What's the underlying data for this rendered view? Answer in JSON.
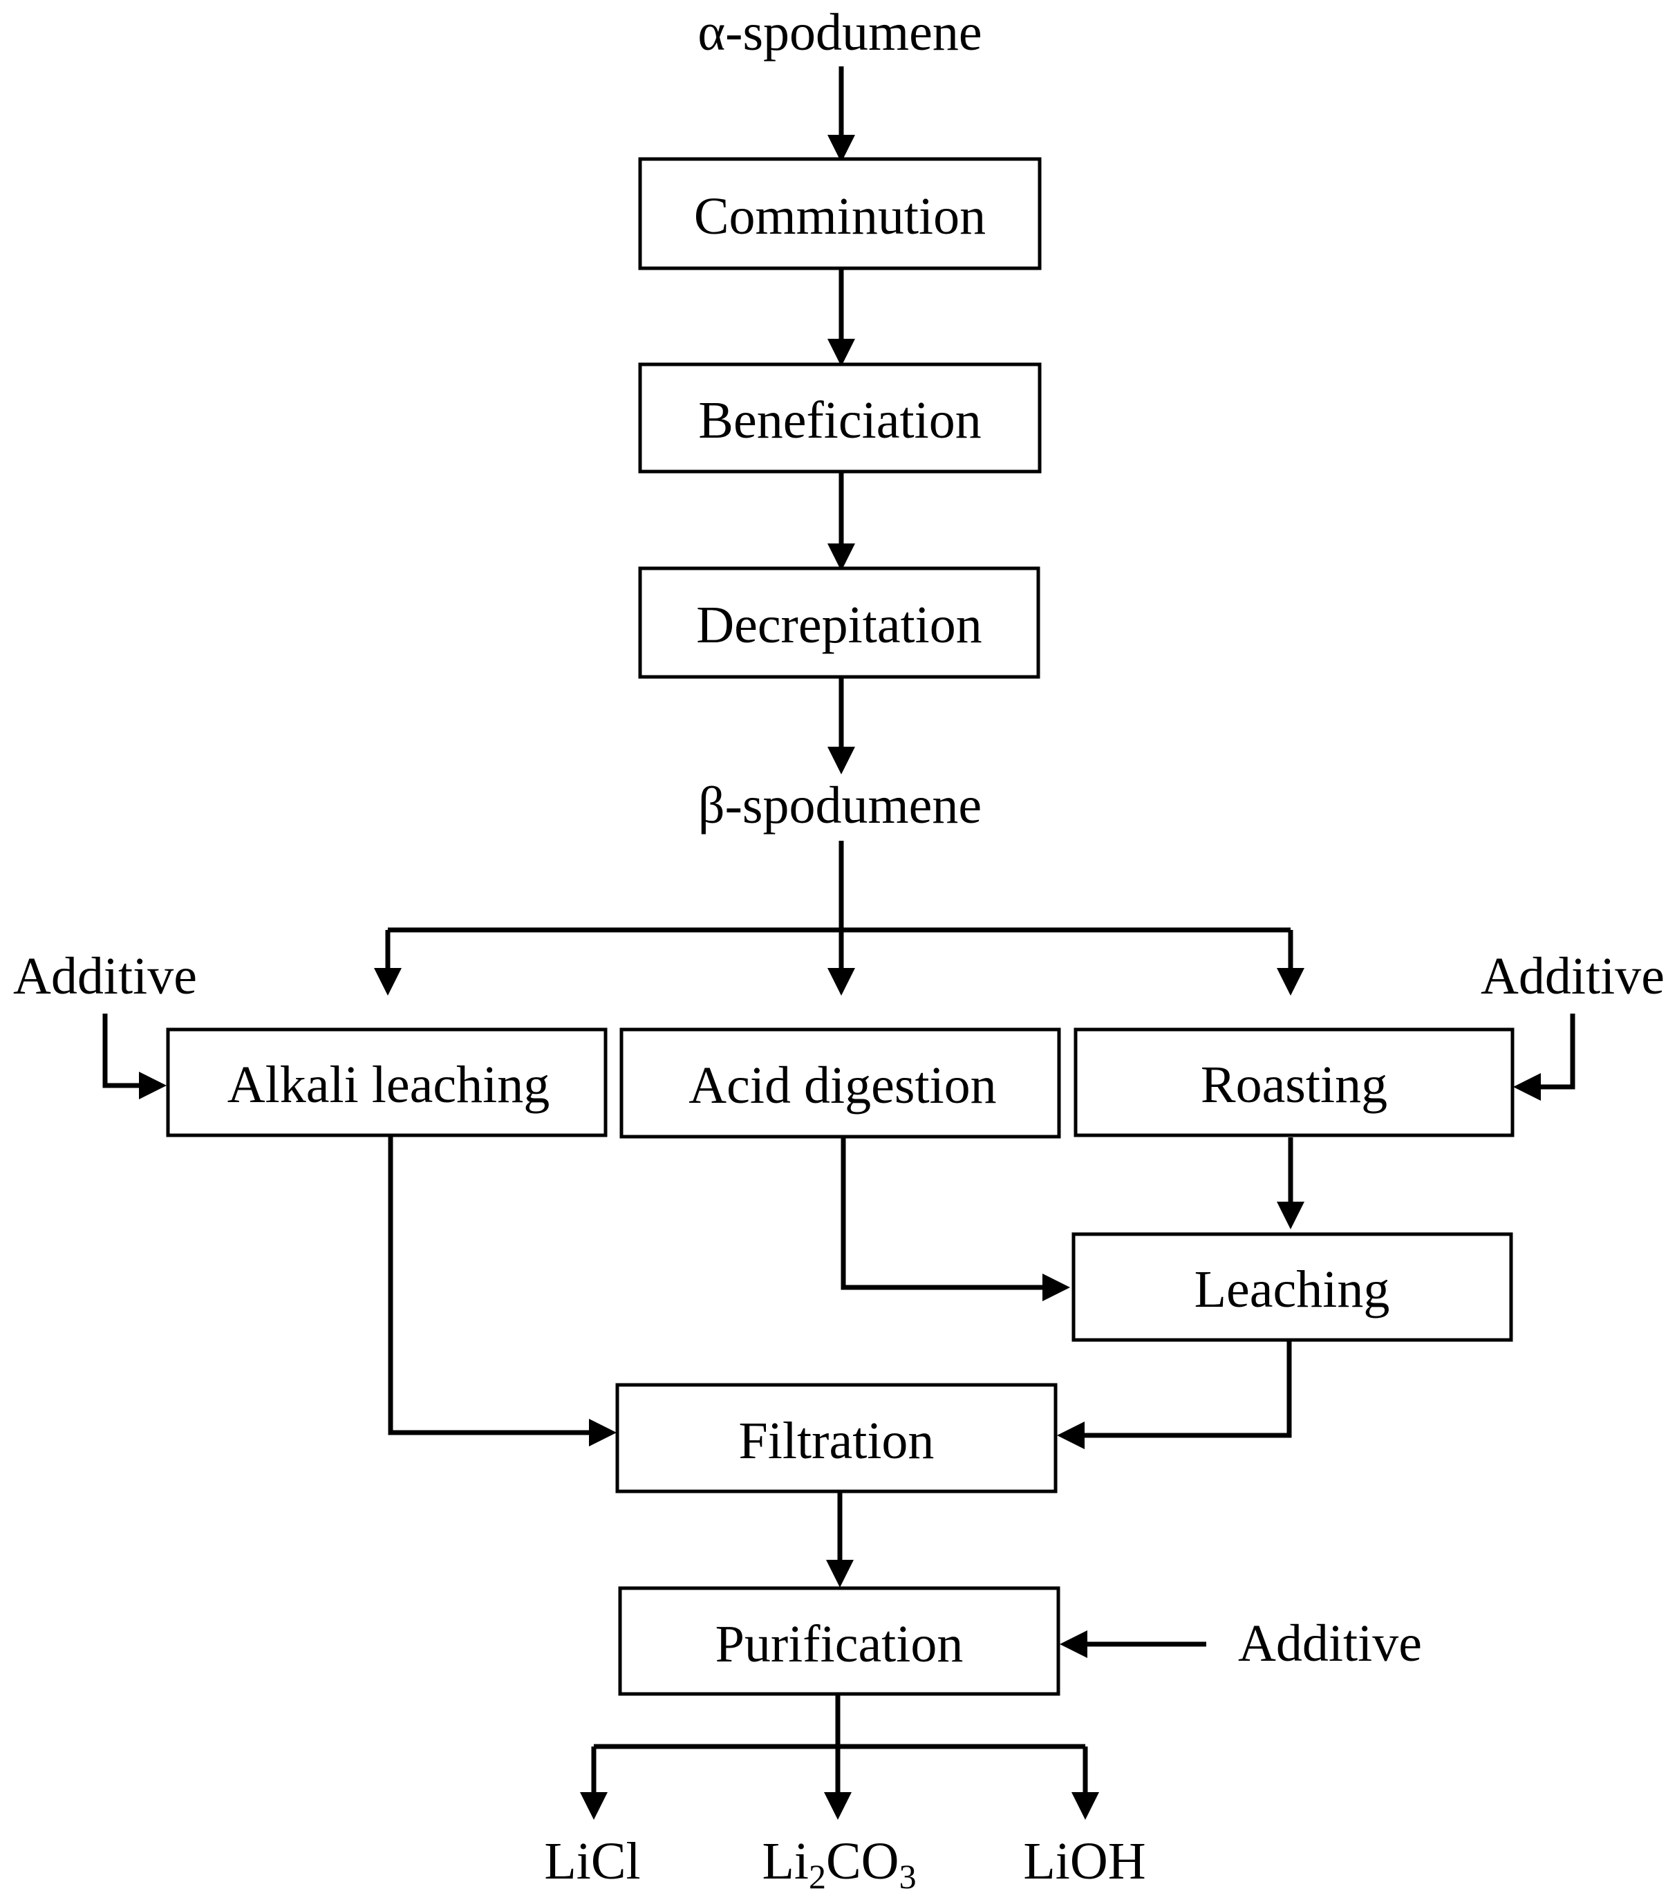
{
  "inputs": {
    "alpha_spodumene": "α-spodumene",
    "beta_spodumene": "β-spodumene"
  },
  "steps": {
    "comminution": "Comminution",
    "beneficiation": "Beneficiation",
    "decrepitation": "Decrepitation",
    "alkali_leaching": "Alkali leaching",
    "acid_digestion": "Acid digestion",
    "roasting": "Roasting",
    "leaching": "Leaching",
    "filtration": "Filtration",
    "purification": "Purification"
  },
  "additives": {
    "left": "Additive",
    "right": "Additive",
    "purification": "Additive"
  },
  "products": {
    "licl": "LiCl",
    "li2co3": {
      "a": "Li",
      "sub1": "2",
      "b": "CO",
      "sub2": "3"
    },
    "lioh": "LiOH"
  },
  "colors": {
    "line": "#000000",
    "background": "#ffffff"
  }
}
